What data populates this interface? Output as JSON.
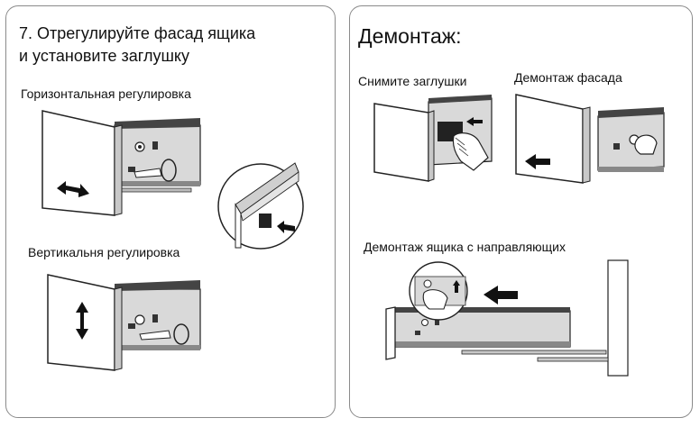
{
  "left_panel": {
    "title_line1": "7. Отрегулируйте фасад ящика",
    "title_line2": "и установите заглушку",
    "horizontal_label": "Горизонтальная регулировка",
    "vertical_label": "Вертикальня регулировка"
  },
  "right_panel": {
    "title": "Демонтаж:",
    "remove_caps_label": "Снимите заглушки",
    "remove_front_label": "Демонтаж фасада",
    "remove_drawer_label": "Демонтаж ящика с направляющих"
  },
  "icons": [
    "horizontal-double-arrow-icon",
    "vertical-double-arrow-icon",
    "left-arrow-icon",
    "hand-icon",
    "screwdriver-icon"
  ]
}
